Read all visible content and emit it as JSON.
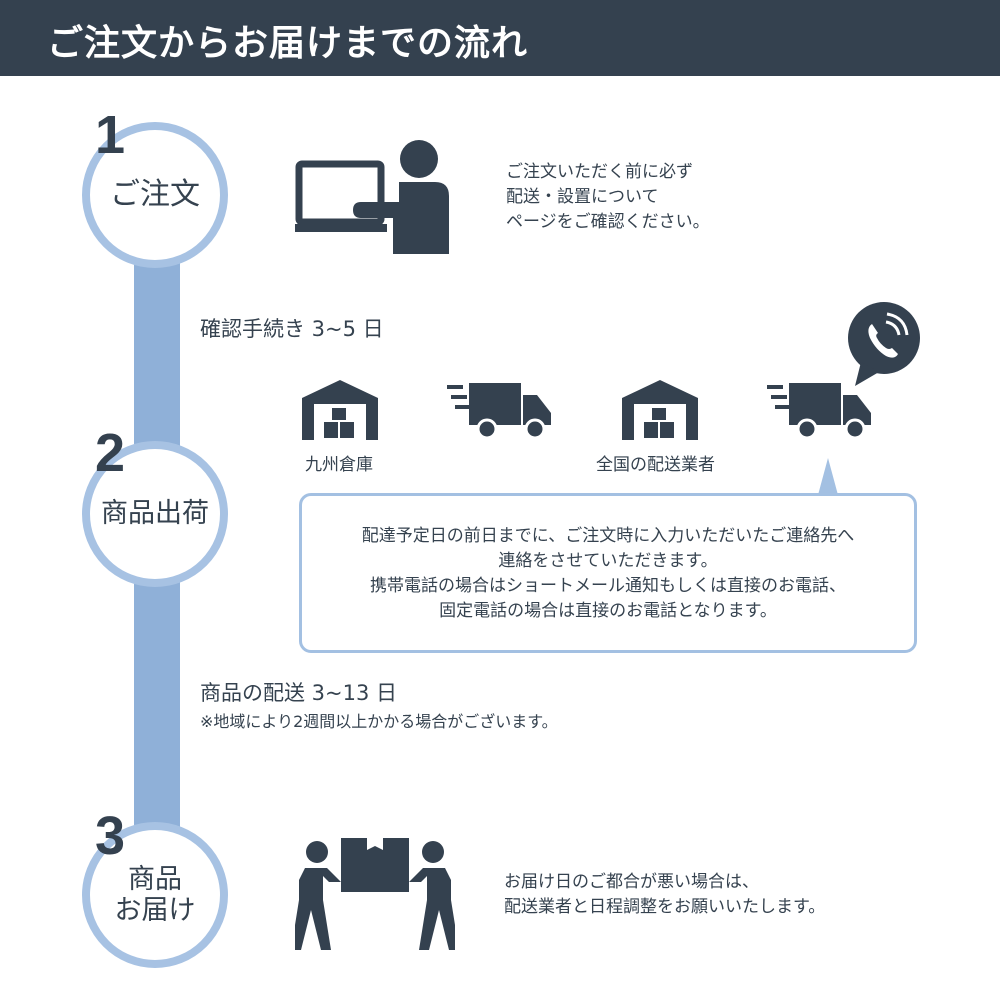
{
  "header": {
    "title": "ご注文からお届けまでの流れ"
  },
  "steps": [
    {
      "number": "1",
      "label": "ご注文"
    },
    {
      "number": "2",
      "label": "商品出荷"
    },
    {
      "number": "3",
      "label_line1": "商品",
      "label_line2": "お届け"
    }
  ],
  "step1": {
    "desc": [
      "ご注文いただく前に必ず",
      "配送・設置について",
      "ページをご確認ください。"
    ]
  },
  "durations": {
    "confirm": "確認手続き  3~5 日",
    "delivery": "商品の配送  3~13 日",
    "delivery_note": "※地域により2週間以上かかる場合がございます。"
  },
  "shipping": {
    "warehouse_label": "九州倉庫",
    "carrier_label": "全国の配送業者"
  },
  "bubble": {
    "lines": [
      "配達予定日の前日までに、ご注文時に入力いただいたご連絡先へ",
      "連絡をさせていただきます。",
      "携帯電話の場合はショートメール通知もしくは直接のお電話、",
      "固定電話の場合は直接のお電話となります。"
    ]
  },
  "step3": {
    "desc": [
      "お届け日のご都合が悪い場合は、",
      "配送業者と日程調整をお願いいたします。"
    ]
  },
  "colors": {
    "dark": "#34414f",
    "accent": "#a7c2e3",
    "connector": "#8fb0d8"
  },
  "icons": [
    "laptop-user-icon",
    "phone-icon",
    "warehouse-icon",
    "delivery-truck-icon",
    "box-carry-icon"
  ]
}
